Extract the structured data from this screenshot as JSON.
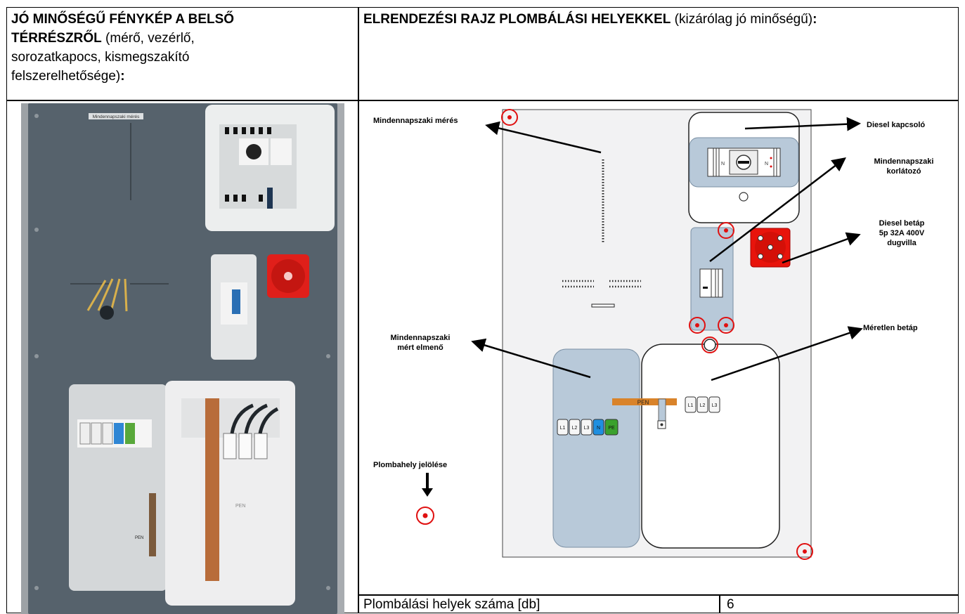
{
  "header": {
    "left_bold": "JÓ MINŐSÉGŰ FÉNYKÉP A BELSŐ TÉRRÉSZRŐL",
    "left_normal": " (mérő, vezérlő, sorozatkapocs, kismegszakító felszerelhetősége)",
    "left_colon": ":",
    "right_bold": "ELRENDEZÉSI RAJZ PLOMBÁLÁSI HELYEKKEL",
    "right_normal": " (kizárólag jó minőségű)",
    "right_colon": ":"
  },
  "photo": {
    "panel_label": "Mindennapszaki mérés",
    "pen_label": "PEN",
    "pen_label_2": "PEN"
  },
  "diagram": {
    "labels": {
      "metering": "Mindennapszaki mérés",
      "diesel_switch": "Diesel kapcsoló",
      "limiter_line1": "Mindennapszaki",
      "limiter_line2": "korlátozó",
      "diesel_input_line1": "Diesel betáp",
      "diesel_input_line2": "5p 32A 400V",
      "diesel_input_line3": "dugvilla",
      "unmetered": "Méretlen betáp",
      "metered_out_line1": "Mindennapszaki",
      "metered_out_line2": "mért elmenő",
      "seal_legend": "Plombahely jelölése",
      "pen_bar": "PEN"
    },
    "terminals_left": [
      "L1",
      "L2",
      "L3",
      "N",
      "PE"
    ],
    "terminals_right": [
      "L1",
      "L2",
      "L3"
    ],
    "switch_marks": [
      "N",
      "N"
    ]
  },
  "seal_count": {
    "label": "Plombálási helyek száma [db]",
    "value": "6"
  },
  "colors": {
    "seal_red": "#e01010",
    "box_blue": "#b8c9d9",
    "plug_red": "#e8140c",
    "pen_orange": "#d9832a",
    "n_blue": "#1f8fe0",
    "pe_green": "#3aa12e",
    "panel_grey": "#56626c"
  }
}
